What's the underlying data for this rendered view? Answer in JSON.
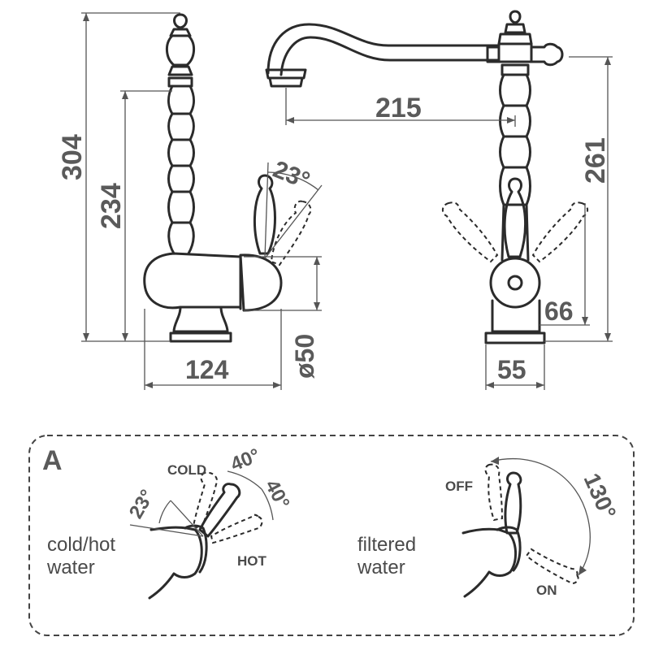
{
  "side_view": {
    "height_total": "304",
    "height_spout": "234",
    "handle_angle": "23°",
    "base_width": "124",
    "diameter": "ø50"
  },
  "front_view": {
    "spout_reach": "215",
    "height": "261",
    "offset": "66",
    "base_width": "55"
  },
  "detail": {
    "label": "A",
    "left": {
      "caption_line1": "cold/hot",
      "caption_line2": "water",
      "cold_label": "COLD",
      "hot_label": "HOT",
      "angle_tilt": "23°",
      "angle_cold": "40°",
      "angle_hot": "40°"
    },
    "right": {
      "caption_line1": "filtered",
      "caption_line2": "water",
      "off_label": "OFF",
      "on_label": "ON",
      "angle_range": "130°"
    }
  }
}
